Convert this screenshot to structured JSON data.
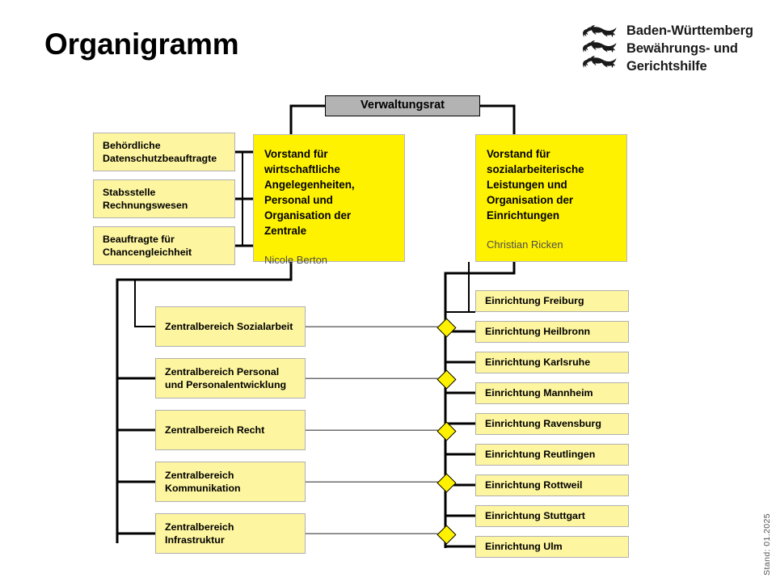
{
  "page": {
    "title": "Organigramm",
    "stand": "Stand: 01.2025"
  },
  "brand": {
    "line1": "Baden-Württemberg",
    "line2": "Bewährungs- und",
    "line3": "Gerichtshilfe",
    "crest_icon": "three-lions-icon"
  },
  "colors": {
    "bright_yellow": "#fff200",
    "pale_yellow": "#fdf59f",
    "gray_box": "#b3b3b3",
    "line": "#000000"
  },
  "chart": {
    "council": {
      "label": "Verwaltungsrat"
    },
    "boards": [
      {
        "title": "Vorstand für wirtschaftliche Angelegenheiten, Personal und Organisation der Zentrale",
        "person": "Nicole Berton"
      },
      {
        "title": "Vorstand für sozialarbeiterische Leistungen und Organisation der Einrichtungen",
        "person": "Christian Ricken"
      }
    ],
    "staff_units": [
      {
        "label": "Behördliche Datenschutzbeauftragte"
      },
      {
        "label": "Stabsstelle Rechnungswesen"
      },
      {
        "label": "Beauftragte für Chancengleichheit"
      }
    ],
    "central_divisions": [
      {
        "label": "Zentralbereich Sozialarbeit"
      },
      {
        "label": "Zentralbereich Personal und Personalentwicklung"
      },
      {
        "label": "Zentralbereich Recht"
      },
      {
        "label": "Zentralbereich Kommunikation"
      },
      {
        "label": "Zentralbereich Infrastruktur"
      }
    ],
    "facilities": [
      {
        "label": "Einrichtung Freiburg"
      },
      {
        "label": "Einrichtung Heilbronn"
      },
      {
        "label": "Einrichtung Karlsruhe"
      },
      {
        "label": "Einrichtung Mannheim"
      },
      {
        "label": "Einrichtung Ravensburg"
      },
      {
        "label": "Einrichtung Reutlingen"
      },
      {
        "label": "Einrichtung Rottweil"
      },
      {
        "label": "Einrichtung Stuttgart"
      },
      {
        "label": "Einrichtung Ulm"
      }
    ]
  }
}
